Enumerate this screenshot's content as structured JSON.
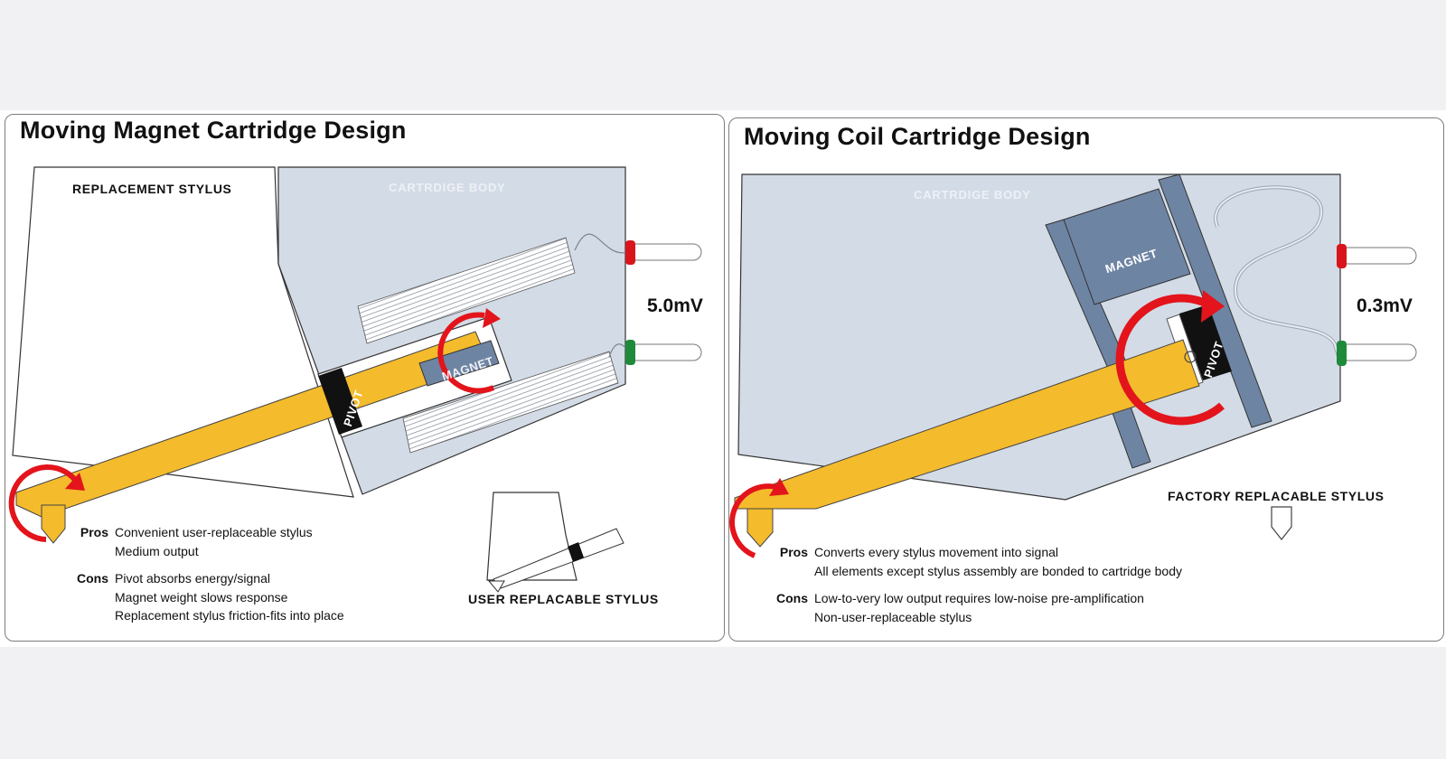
{
  "colors": {
    "body": "#d3dbe6",
    "beam": "#f4bb2c",
    "magnet": "#6e84a3",
    "arrow": "#e3141b",
    "terminal_red": "#d9151c",
    "terminal_green": "#1e8a3a"
  },
  "icons": [
    "rotation-arrow-icon",
    "stylus-tip-icon",
    "terminal-pin-icon"
  ],
  "mm": {
    "title": "Moving Magnet Cartridge Design",
    "replacement_stylus_label": "REPLACEMENT STYLUS",
    "body_label": "CARTRDIGE BODY",
    "magnet_label": "MAGNET",
    "pivot_label": "PIVOT",
    "output": "5.0mV",
    "pros_key": "Pros",
    "pros": [
      "Convenient user-replaceable stylus",
      "Medium output"
    ],
    "cons_key": "Cons",
    "cons": [
      "Pivot absorbs energy/signal",
      "Magnet weight slows response",
      "Replacement stylus friction-fits into place"
    ],
    "inset_label": "USER REPLACABLE STYLUS"
  },
  "mc": {
    "title": "Moving Coil Cartridge Design",
    "body_label": "CARTRDIGE BODY",
    "magnet_label": "MAGNET",
    "pivot_label": "PIVOT",
    "output": "0.3mV",
    "factory_label": "FACTORY REPLACABLE STYLUS",
    "pros_key": "Pros",
    "pros": [
      "Converts every stylus movement into signal",
      "All elements except stylus assembly are bonded to cartridge body"
    ],
    "cons_key": "Cons",
    "cons": [
      "Low-to-very low output requires low-noise pre-amplification",
      "Non-user-replaceable stylus"
    ]
  }
}
